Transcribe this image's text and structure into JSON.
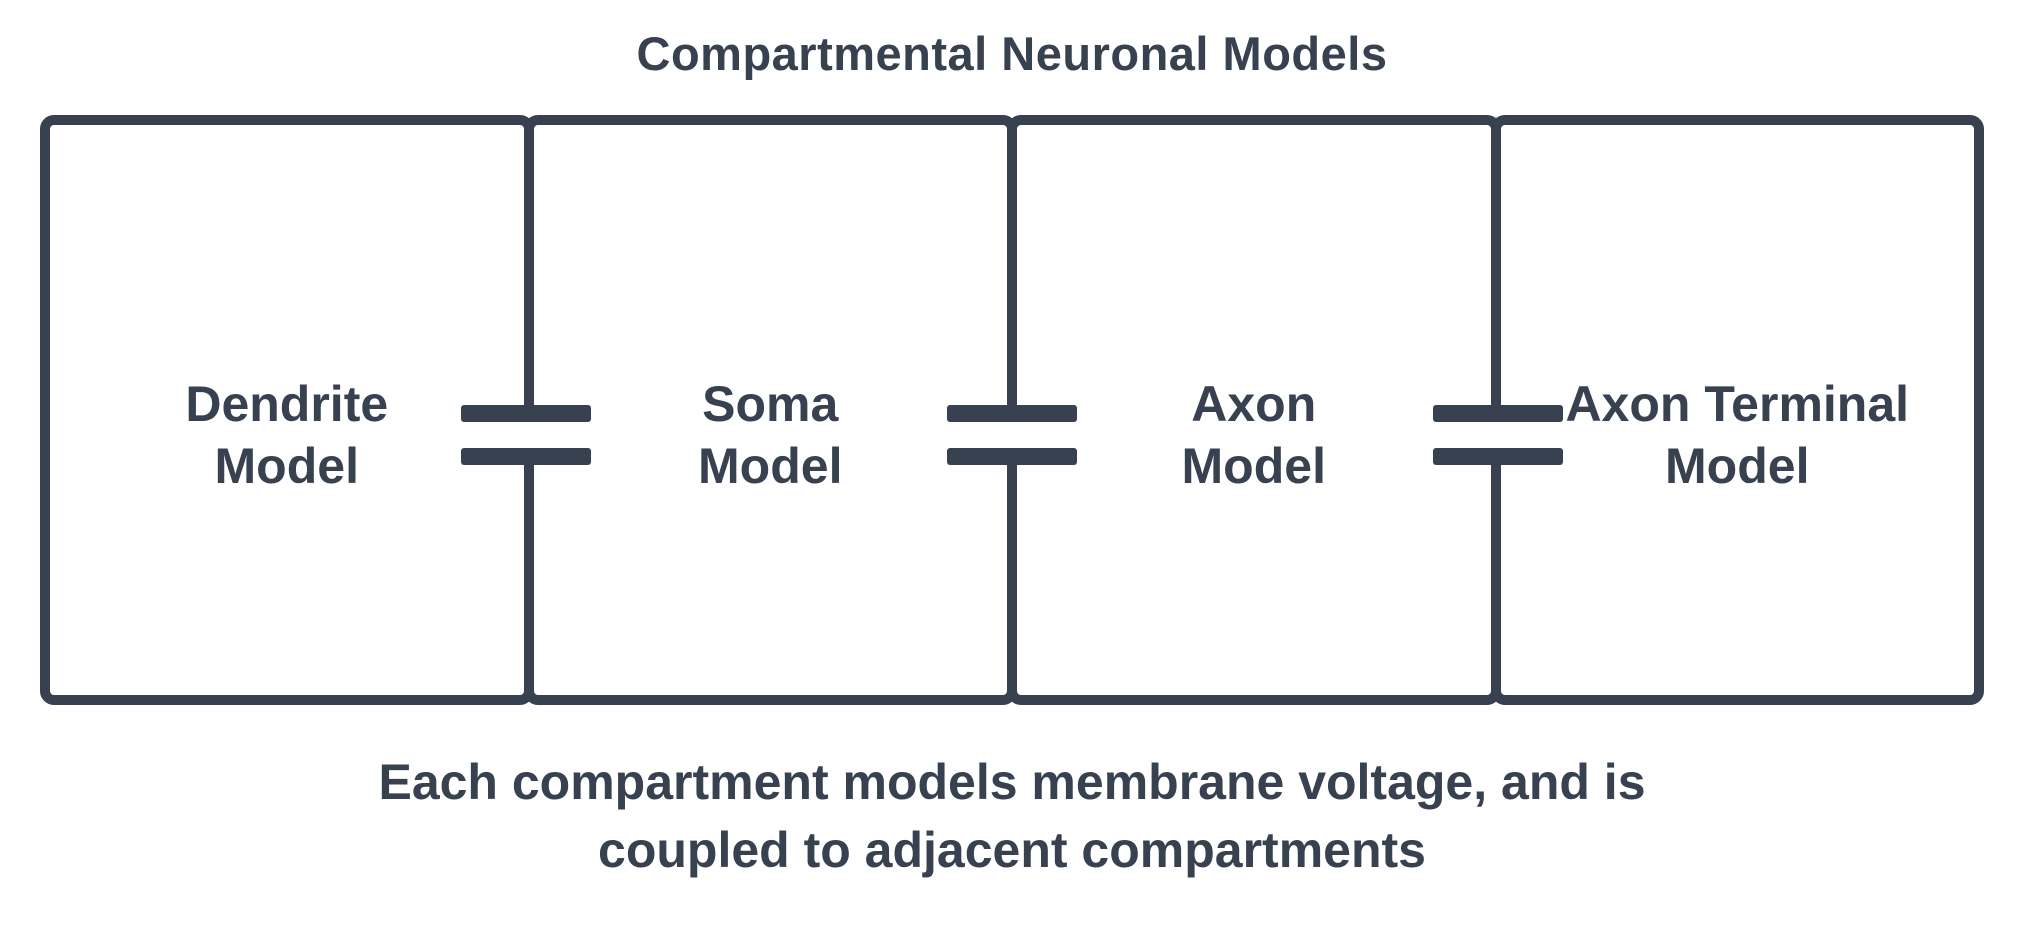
{
  "title": "Compartmental Neuronal Models",
  "boxes": [
    {
      "label": "Dendrite Model",
      "lines": [
        "Dendrite",
        "Model"
      ]
    },
    {
      "label": "Soma Model",
      "lines": [
        "Soma",
        "Model"
      ]
    },
    {
      "label": "Axon Model",
      "lines": [
        "Axon",
        "Model"
      ]
    },
    {
      "label": "Axon Terminal Model",
      "lines": [
        "Axon Terminal",
        "Model"
      ]
    }
  ],
  "couplings": [
    {
      "name": "coupling-capacitor-icon",
      "between": "Dendrite Model / Soma Model"
    },
    {
      "name": "coupling-capacitor-icon",
      "between": "Soma Model / Axon Model"
    },
    {
      "name": "coupling-capacitor-icon",
      "between": "Axon Model / Axon Terminal Model"
    }
  ],
  "caption": {
    "line1": "Each compartment models membrane voltage, and is",
    "line2": "coupled to adjacent compartments"
  },
  "colors": {
    "stroke": "#37414F",
    "text": "#37414F",
    "background": "#FFFFFF"
  }
}
